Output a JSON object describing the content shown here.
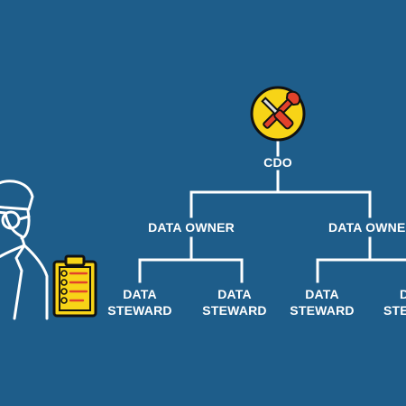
{
  "org_chart": {
    "root": {
      "label": "CDO",
      "icon": "wrench-screwdriver-icon"
    },
    "owners": [
      {
        "label": "DATA OWNER",
        "stewards": [
          {
            "line1": "DATA",
            "line2": "STEWARD"
          },
          {
            "line1": "DATA",
            "line2": "STEWARD"
          }
        ]
      },
      {
        "label": "DATA OWNER",
        "stewards": [
          {
            "line1": "DATA",
            "line2": "STEWARD"
          },
          {
            "line1": "DATA",
            "line2": "STEWARD"
          }
        ]
      }
    ]
  },
  "illustration": {
    "person_icon": "person-with-glasses-icon",
    "clipboard_icon": "checklist-clipboard-icon"
  },
  "colors": {
    "background": "#1e5d8a",
    "line": "#ffffff",
    "accent": "#f7d417",
    "icon_red": "#e2422b"
  }
}
